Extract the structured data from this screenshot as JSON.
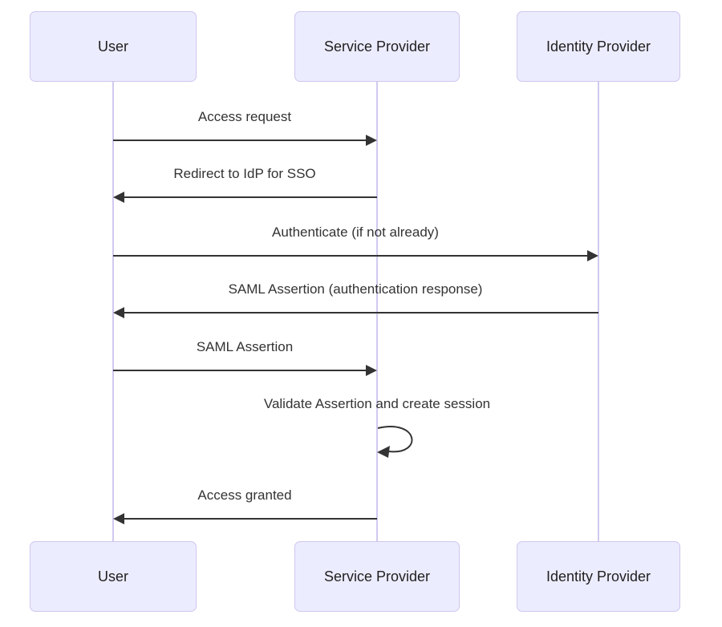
{
  "diagram": {
    "type": "sequence-diagram",
    "topic": "SAML SSO flow",
    "colors": {
      "background": "#ffffff",
      "actor_fill": "#ECECFF",
      "actor_border": "#cfc6ee",
      "lifeline": "#d2c9ef",
      "arrow": "#333333",
      "text": "#333333"
    },
    "actors": [
      {
        "id": "user",
        "label": "User"
      },
      {
        "id": "service-provider",
        "label": "Service Provider"
      },
      {
        "id": "identity-provider",
        "label": "Identity Provider"
      }
    ],
    "messages": [
      {
        "label": "Access request",
        "from": "User",
        "to": "Service Provider",
        "arrow": "solid-right"
      },
      {
        "label": "Redirect to IdP for SSO",
        "from": "Service Provider",
        "to": "User",
        "arrow": "solid-left"
      },
      {
        "label": "Authenticate (if not already)",
        "from": "User",
        "to": "Identity Provider",
        "arrow": "solid-right"
      },
      {
        "label": "SAML Assertion (authentication response)",
        "from": "Identity Provider",
        "to": "User",
        "arrow": "solid-left"
      },
      {
        "label": "SAML Assertion",
        "from": "User",
        "to": "Service Provider",
        "arrow": "solid-right"
      },
      {
        "label": "Validate Assertion and create session",
        "from": "Service Provider",
        "to": "Service Provider",
        "arrow": "self-loop"
      },
      {
        "label": "Access granted",
        "from": "Service Provider",
        "to": "User",
        "arrow": "solid-left"
      }
    ]
  }
}
